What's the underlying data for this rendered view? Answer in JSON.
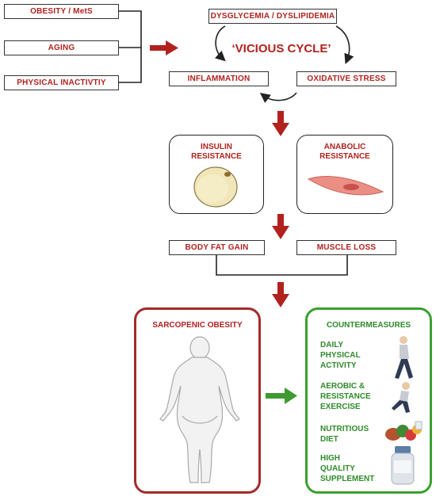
{
  "causes": [
    "OBESITY / MetS",
    "AGING",
    "PHYSICAL INACTIVTIY"
  ],
  "cycle": {
    "title": "‘VICIOUS CYCLE’",
    "top": "DYSGLYCEMIA / DYSLIPIDEMIA",
    "left": "INFLAMMATION",
    "right": "OXIDATIVE STRESS"
  },
  "resistance": {
    "insulin": "INSULIN\nRESISTANCE",
    "anabolic": "ANABOLIC\nRESISTANCE"
  },
  "outcomes": {
    "fat": "BODY FAT GAIN",
    "muscle": "MUSCLE LOSS"
  },
  "sarcopenic": {
    "title": "SARCOPENIC OBESITY"
  },
  "countermeasures": {
    "title": "COUNTERMEASURES",
    "items": [
      "DAILY\nPHYSICAL\nACTIVITY",
      "AEROBIC &\nRESISTANCE\nEXERCISE",
      "NUTRITIOUS\nDIET",
      "HIGH\nQUALITY\nSUPPLEMENT"
    ]
  },
  "colors": {
    "red": "#b1221e",
    "green": "#3aa02e",
    "arrow_red": "#b1221e",
    "arrow_green": "#3f9a32"
  }
}
